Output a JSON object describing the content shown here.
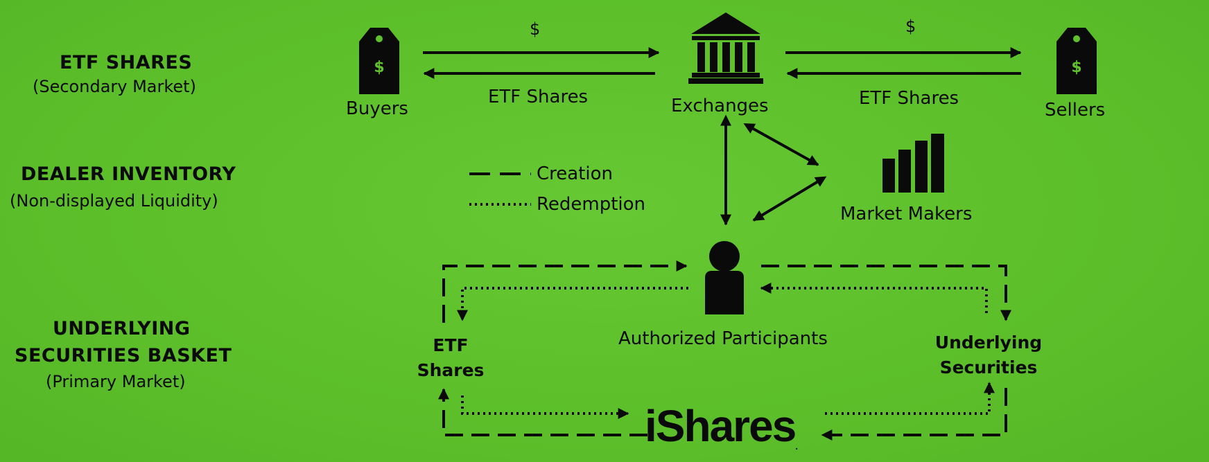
{
  "rows": {
    "secondary": {
      "title": "ETF SHARES",
      "subtitle": "(Secondary Market)"
    },
    "dealer": {
      "title": "DEALER INVENTORY",
      "subtitle": "(Non-displayed Liquidity)"
    },
    "primary": {
      "title_line1": "UNDERLYING",
      "title_line2": "SECURITIES BASKET",
      "subtitle": "(Primary Market)"
    }
  },
  "nodes": {
    "buyers": "Buyers",
    "exchanges": "Exchanges",
    "sellers": "Sellers",
    "market_makers": "Market Makers",
    "authorized_participants": "Authorized Participants",
    "etf_shares_line1": "ETF",
    "etf_shares_line2": "Shares",
    "underlying_line1": "Underlying",
    "underlying_line2": "Securities",
    "ishares_logo": "iShares"
  },
  "flows": {
    "left_money": "$",
    "left_shares": "ETF Shares",
    "right_money": "$",
    "right_shares": "ETF Shares"
  },
  "legend": {
    "creation": "Creation",
    "redemption": "Redemption"
  },
  "icons": {
    "buyers": "price-tag-icon",
    "exchanges": "bank-building-icon",
    "sellers": "price-tag-icon",
    "market_makers": "bar-chart-icon",
    "authorized_participants": "person-icon",
    "tag_symbol": "$"
  },
  "colors": {
    "background": "#5fc22d",
    "ink": "#0a0a0a",
    "tag_symbol": "#5fc22d"
  }
}
